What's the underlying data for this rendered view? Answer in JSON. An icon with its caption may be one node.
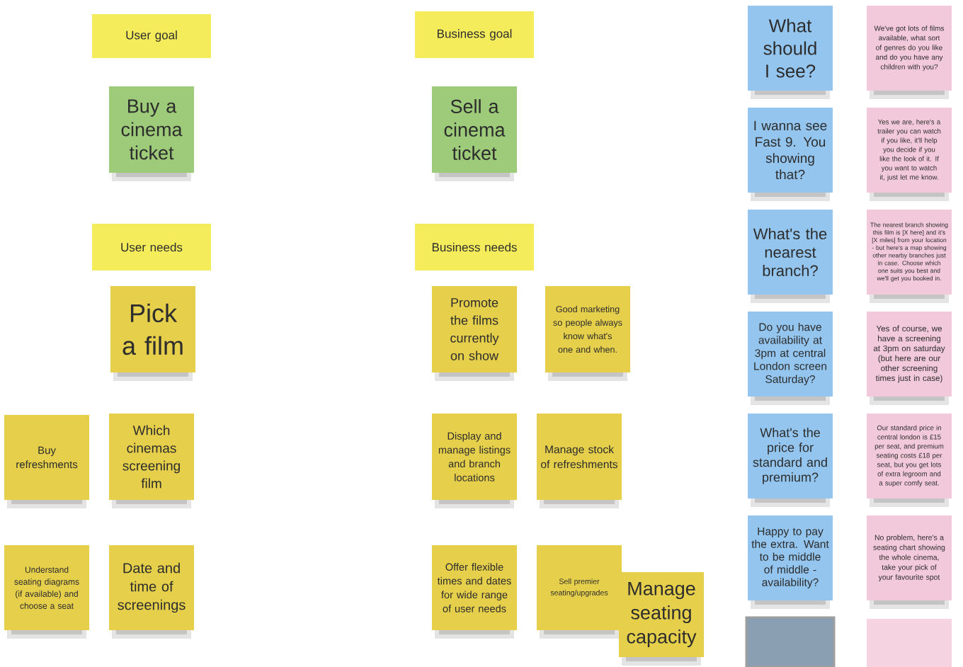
{
  "diagram": {
    "nodes": [
      {
        "text": [
          "User goal"
        ]
      },
      {
        "text": [
          "Buy a cinema ticket"
        ]
      },
      {
        "text": [
          "User needs"
        ]
      },
      {
        "text": [
          "Pick a film"
        ]
      },
      {
        "text": [
          "Buy refreshments"
        ]
      },
      {
        "text": [
          "Which cinemas screening film"
        ]
      },
      {
        "text": [
          "Understand seating diagrams (if available) and choose a seat"
        ]
      },
      {
        "text": [
          "Date and time of screenings"
        ]
      },
      {
        "text": [
          "Business goal"
        ]
      },
      {
        "text": [
          "Sell a cinema ticket"
        ]
      },
      {
        "text": [
          "Business needs"
        ]
      },
      {
        "text": [
          "Promote the films currently on show"
        ]
      },
      {
        "text": [
          "Good marketing so people always know what's one and when."
        ]
      },
      {
        "text": [
          "Display and manage listings and branch locations"
        ]
      },
      {
        "text": [
          "Manage stock of refreshments"
        ]
      },
      {
        "text": [
          "Offer flexible times and dates for wide range of user needs"
        ]
      },
      {
        "text": [
          "Sell premier seating/upgrades"
        ]
      },
      {
        "text": [
          "Manage seating capacity"
        ]
      },
      {
        "text": [
          "What should I see?"
        ]
      },
      {
        "text": [
          "We've got lots of films available, what sort of genres do you like and do you have any children with you?"
        ]
      },
      {
        "text": [
          "I wanna see Fast 9. You showing that?"
        ]
      },
      {
        "text": [
          "Yes we are, here's a trailer you can watch if you like, it'll help you decide if you like the look of it. If you want to watch it, just let me know."
        ]
      },
      {
        "text": [
          "What's the nearest branch?"
        ]
      },
      {
        "text": [
          "The nearest branch showing this film is [X here] and it's [X miles] from your location - but here's a map showing other nearby branches just in case. Choose which one suits you best and we'll get you booked in."
        ]
      },
      {
        "text": [
          "Do you have availability at 3pm at central London screen Saturday?"
        ]
      },
      {
        "text": [
          "Yes of course, we have a screening at 3pm on saturday (but here are our other screening times just in case)"
        ]
      },
      {
        "text": [
          "What's the price for standard and premium?"
        ]
      },
      {
        "text": [
          "Our standard price in central london is £15 per seat, and premium seating costs £18 per seat, but you get lots of extra legroom and a super comfy seat."
        ]
      },
      {
        "text": [
          "Happy to pay the extra. Want to be middle of middle - availability?"
        ]
      },
      {
        "text": [
          "No problem, here's a seating chart showing the whole cinema, take your pick of your favourite spot"
        ]
      },
      {
        "text": [],
        "shape": "box"
      },
      {
        "text": [],
        "shape": "box"
      }
    ]
  }
}
